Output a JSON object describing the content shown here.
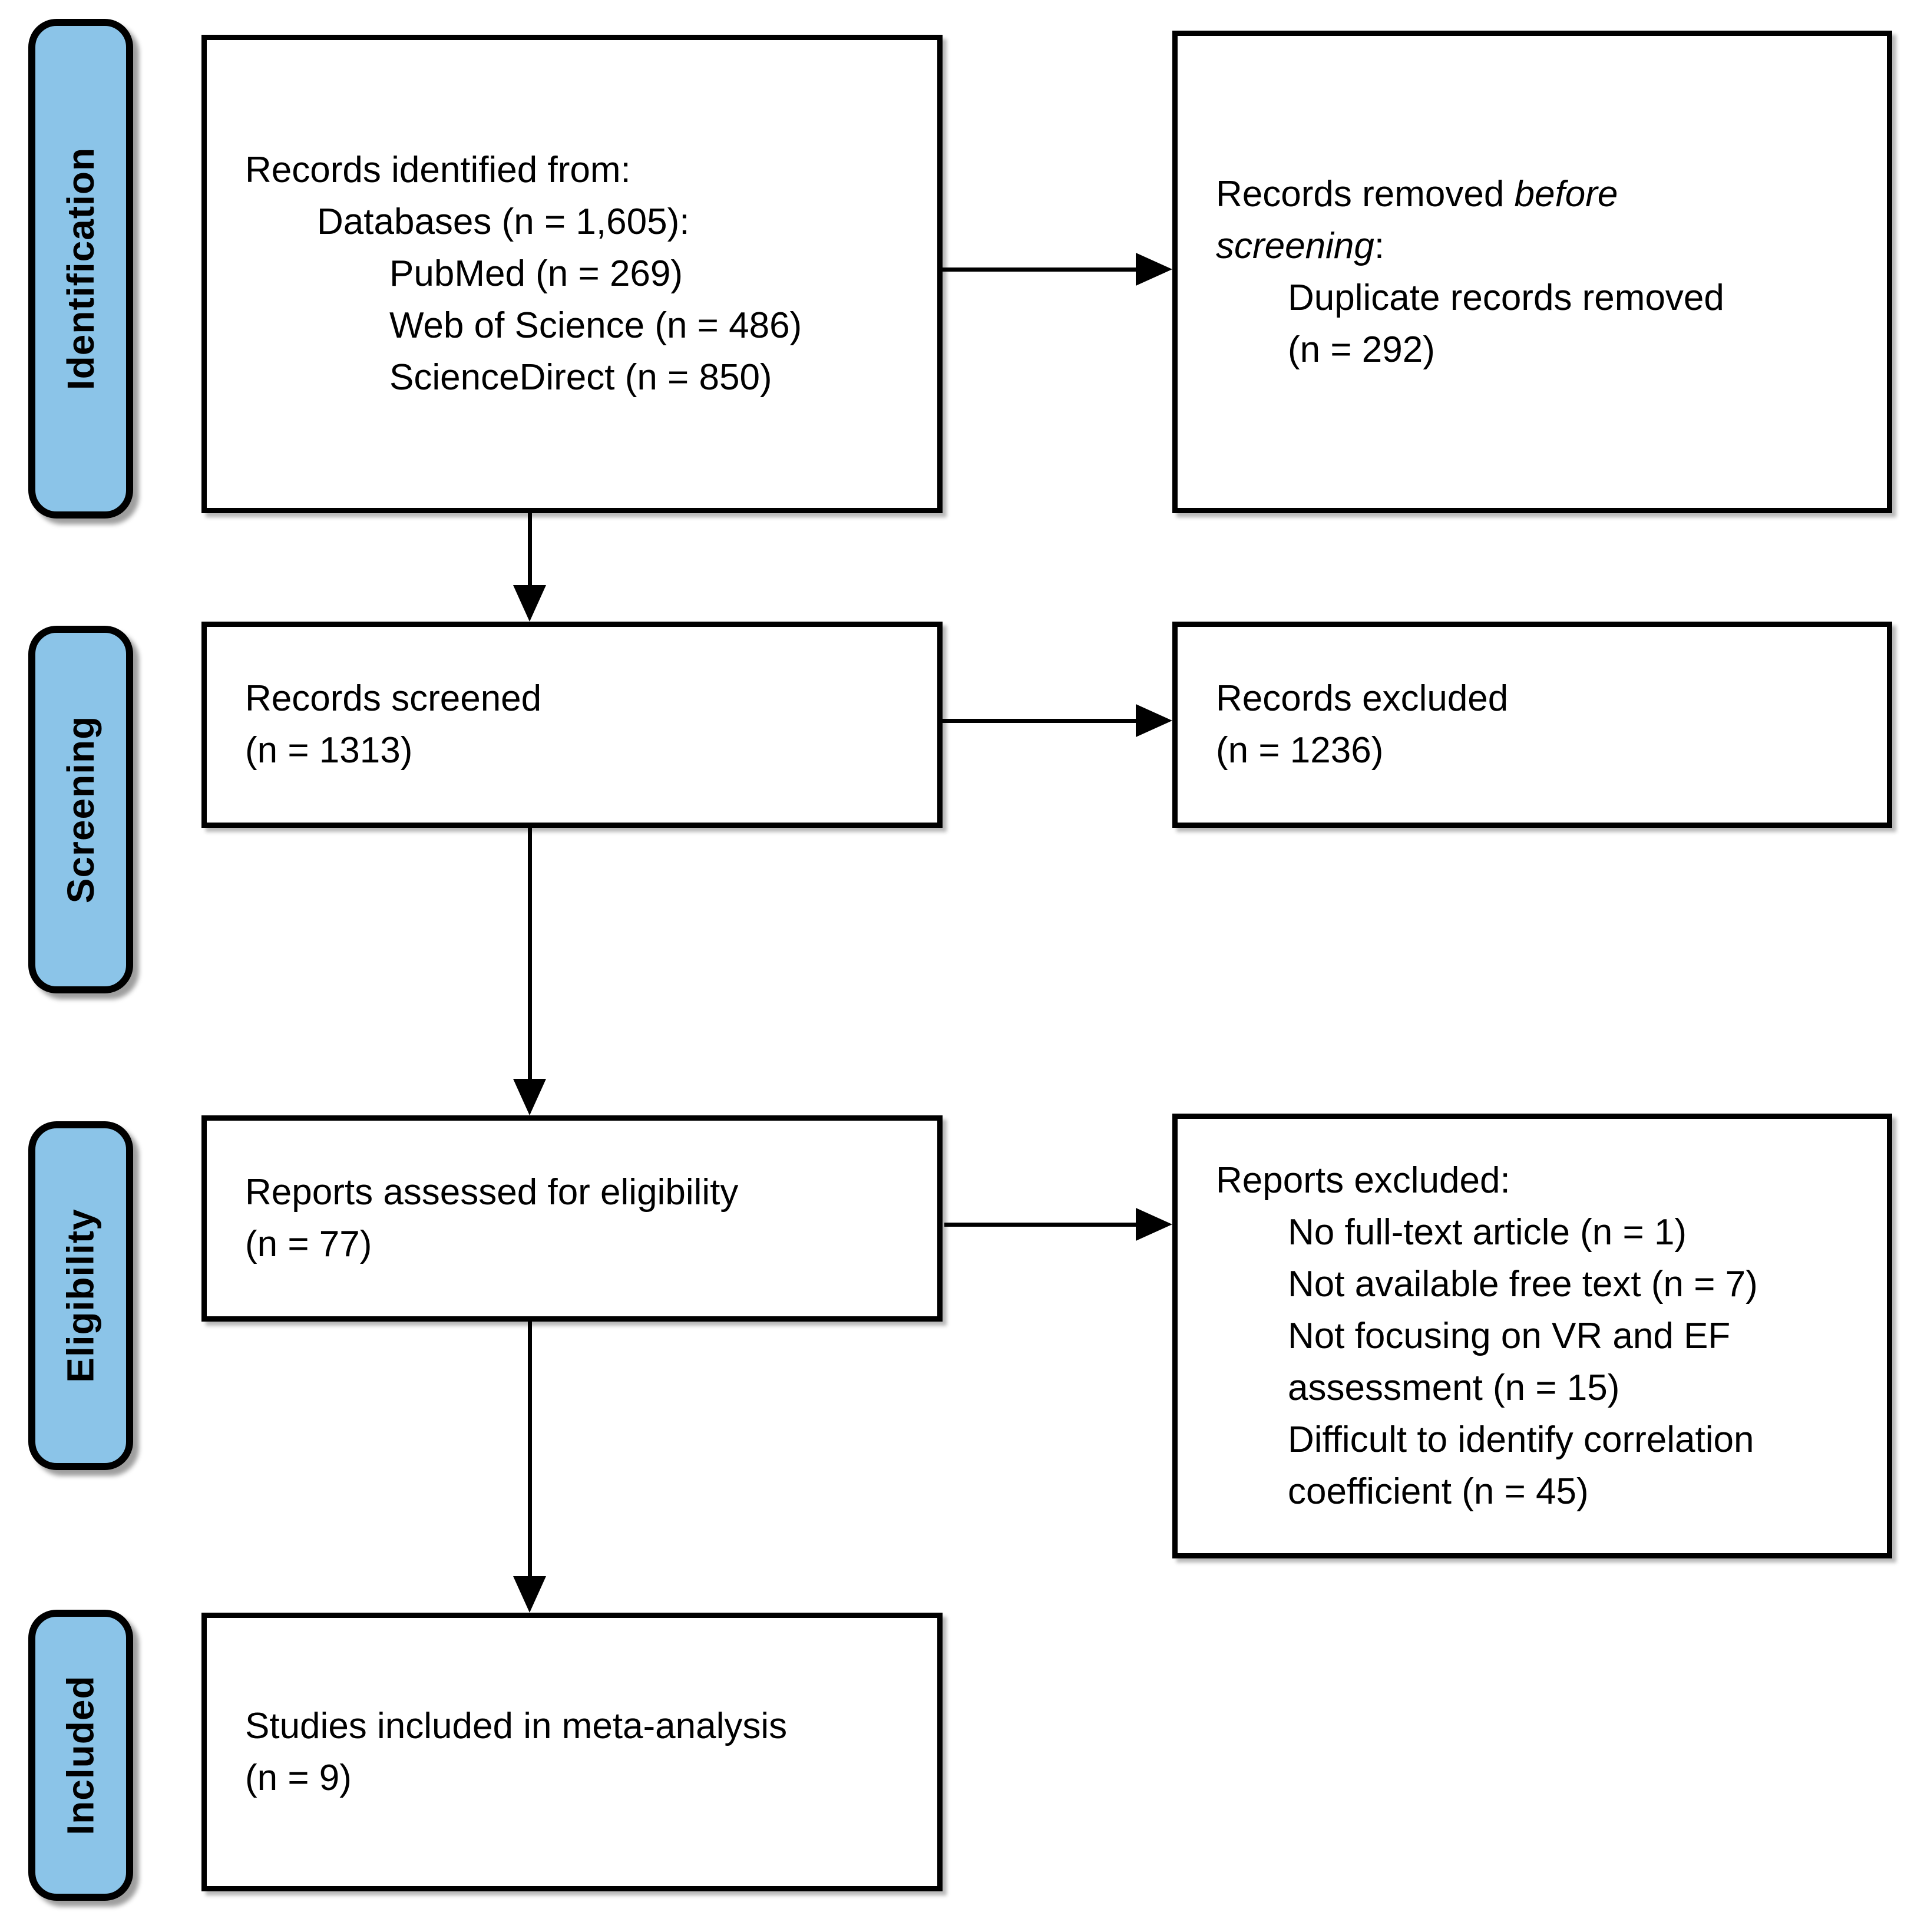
{
  "figure": {
    "type": "prisma-flow-diagram",
    "stages": {
      "identification": "Identification",
      "screening": "Screening",
      "eligibility": "Eligibility",
      "included": "Included"
    },
    "boxes": {
      "identified": {
        "lines": [
          "Records identified from:",
          "Databases (n = 1,605):",
          "PubMed (n = 269)",
          "Web of Science (n = 486)",
          "ScienceDirect (n = 850)"
        ]
      },
      "removed": {
        "l1_normal": "Records removed ",
        "l1_italic": "before",
        "l2_italic": "screening",
        "l2_normal": ":",
        "l3": "Duplicate records removed",
        "l4": "(n = 292)"
      },
      "screened": {
        "lines": [
          "Records screened",
          "(n = 1313)"
        ]
      },
      "excluded": {
        "lines": [
          "Records excluded",
          "(n = 1236)"
        ]
      },
      "assessed": {
        "lines": [
          "Reports assessed for eligibility",
          "(n = 77)"
        ]
      },
      "reports_excluded": {
        "lines": [
          "Reports excluded:",
          "No full-text article (n = 1)",
          "Not available free text (n = 7)",
          "Not focusing on VR and EF",
          "assessment (n = 15)",
          "Difficult to identify correlation",
          "coefficient (n = 45)"
        ]
      },
      "included_studies": {
        "lines": [
          "Studies included in meta-analysis",
          "(n = 9)"
        ]
      }
    },
    "colors": {
      "stage_fill": "#8bc4e8",
      "border": "#000000",
      "background": "#ffffff"
    }
  }
}
